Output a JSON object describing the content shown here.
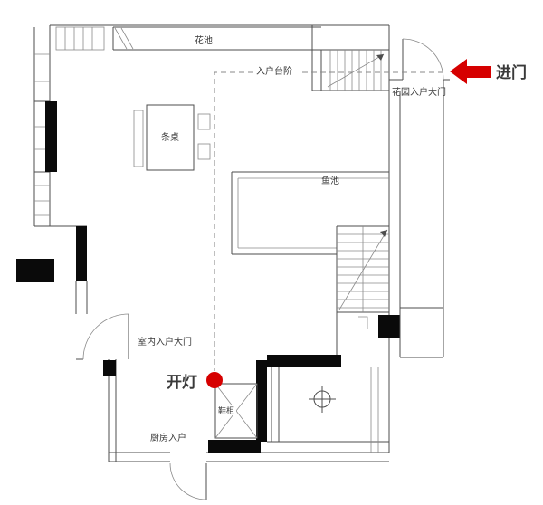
{
  "plan": {
    "labels": {
      "flower_bed": "花池",
      "entry_steps": "入户台阶",
      "garden_entry_door": "花园入户大门",
      "long_table": "条桌",
      "fish_pond": "鱼池",
      "indoor_entry_door": "室内入户大门",
      "shoe_cabinet": "鞋柜",
      "kitchen_entry": "厨房入户"
    },
    "annotations": {
      "enter": "进门",
      "turn_on_light": "开灯"
    },
    "colors": {
      "annotation_red": "#d60000",
      "wall_line": "#4d4d4d",
      "wall_fill": "#0a0a0a",
      "dashed_path": "#8a8a8a"
    }
  }
}
